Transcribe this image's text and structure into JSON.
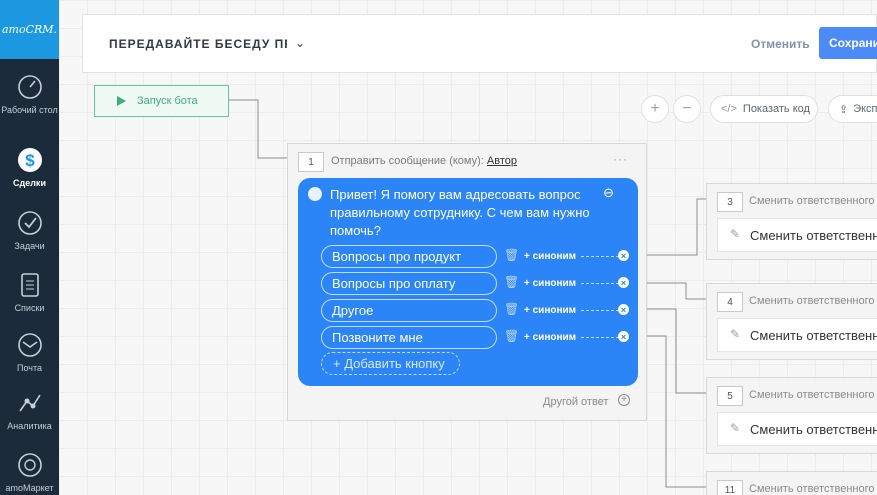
{
  "nav": {
    "logo": "amoCRM.",
    "items": [
      {
        "label": "Рабочий стол",
        "icon": "dashboard-icon"
      },
      {
        "label": "Сделки",
        "icon": "deals-dollar-icon",
        "active": true
      },
      {
        "label": "Задачи",
        "icon": "tasks-check-icon"
      },
      {
        "label": "Списки",
        "icon": "lists-icon"
      },
      {
        "label": "Почта",
        "icon": "mail-icon"
      },
      {
        "label": "Аналитика",
        "icon": "analytics-icon"
      },
      {
        "label": "amoМаркет",
        "icon": "market-icon"
      }
    ]
  },
  "header": {
    "title": "ПЕРЕДАВАЙТЕ БЕСЕДУ ПРАВИЛЬНЫМ",
    "cancel_label": "Отменить",
    "save_label": "Сохранить"
  },
  "start_node": {
    "label": "Запуск бота"
  },
  "toolbar": {
    "zoom_in": "+",
    "zoom_out": "−",
    "show_code_label": "Показать код",
    "export_label": "Экспорт"
  },
  "message_node": {
    "number": "1",
    "title_prefix": "Отправить сообщение (кому):",
    "recipient": "Автор",
    "menu": "···",
    "text": "Привет! Я помогу вам адресовать вопрос правильному сотруднику. С чем вам нужно помочь?",
    "buttons": [
      {
        "label": "Вопросы про продукт",
        "synonym": "+ синоним"
      },
      {
        "label": "Вопросы про оплату",
        "synonym": "+ синоним"
      },
      {
        "label": "Другое",
        "synonym": "+ синоним"
      },
      {
        "label": "Позвоните мне",
        "synonym": "+ синоним"
      }
    ],
    "add_button_label": "Добавить кнопку",
    "other_answer_label": "Другой ответ"
  },
  "right_nodes": [
    {
      "number": "3",
      "title": "Сменить ответственного",
      "action": "Сменить ответственного"
    },
    {
      "number": "4",
      "title": "Сменить ответственного",
      "action": "Сменить ответственного"
    },
    {
      "number": "5",
      "title": "Сменить ответственного",
      "action": "Сменить ответственного"
    },
    {
      "number": "11",
      "title": "Сменить ответственного",
      "action": ""
    }
  ],
  "colors": {
    "accent": "#2c85f6",
    "save": "#4c8bf7",
    "start": "#5fcb9e",
    "nav": "#1c2b3a"
  }
}
